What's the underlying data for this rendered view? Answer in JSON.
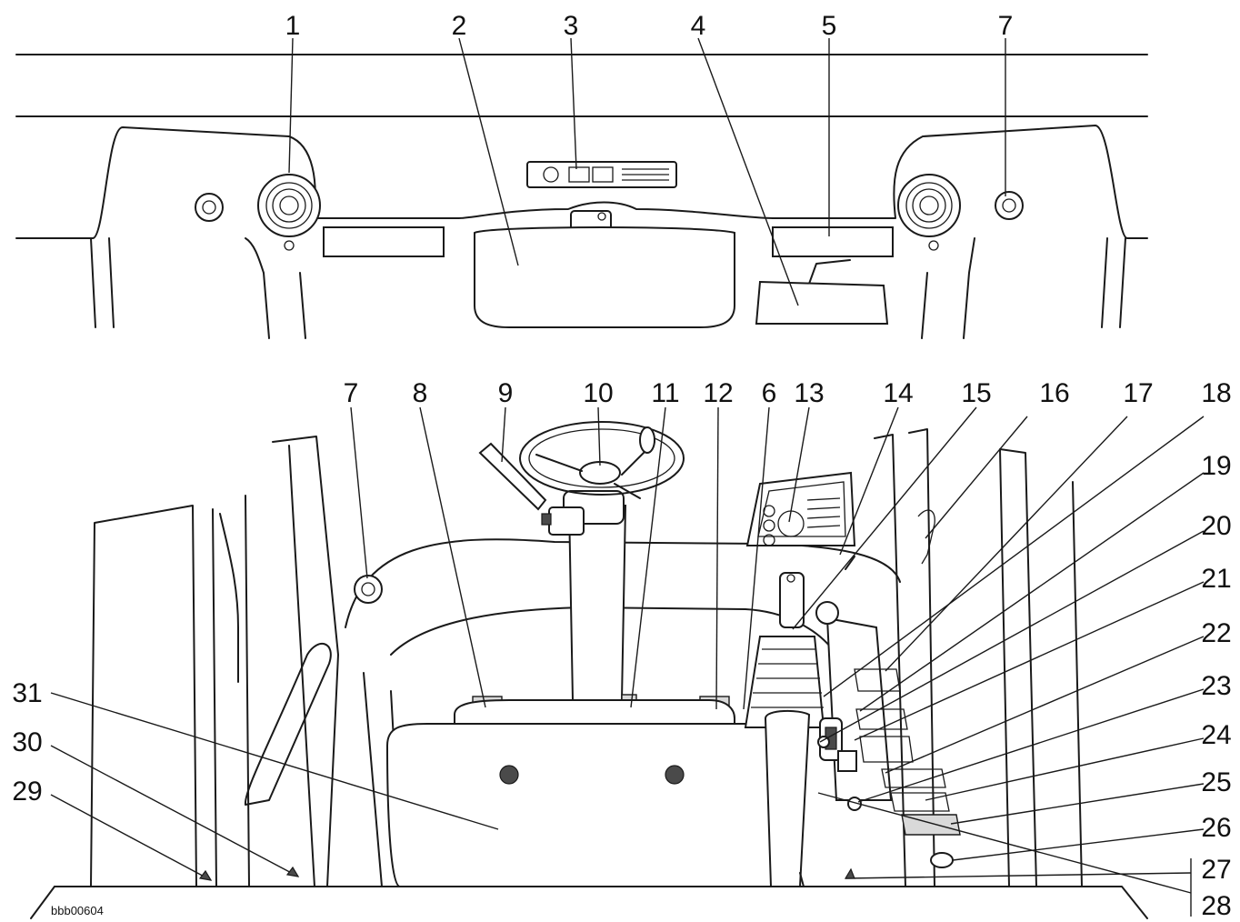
{
  "figure_id": "bbb00604",
  "callouts": [
    {
      "id": "c1",
      "label": "1"
    },
    {
      "id": "c2",
      "label": "2"
    },
    {
      "id": "c3",
      "label": "3"
    },
    {
      "id": "c4",
      "label": "4"
    },
    {
      "id": "c5",
      "label": "5"
    },
    {
      "id": "c7a",
      "label": "7"
    },
    {
      "id": "c7b",
      "label": "7"
    },
    {
      "id": "c8",
      "label": "8"
    },
    {
      "id": "c9",
      "label": "9"
    },
    {
      "id": "c10",
      "label": "10"
    },
    {
      "id": "c11",
      "label": "11"
    },
    {
      "id": "c12",
      "label": "12"
    },
    {
      "id": "c6",
      "label": "6"
    },
    {
      "id": "c13",
      "label": "13"
    },
    {
      "id": "c14",
      "label": "14"
    },
    {
      "id": "c15",
      "label": "15"
    },
    {
      "id": "c16",
      "label": "16"
    },
    {
      "id": "c17",
      "label": "17"
    },
    {
      "id": "c18",
      "label": "18"
    },
    {
      "id": "c19",
      "label": "19"
    },
    {
      "id": "c20",
      "label": "20"
    },
    {
      "id": "c21",
      "label": "21"
    },
    {
      "id": "c22",
      "label": "22"
    },
    {
      "id": "c23",
      "label": "23"
    },
    {
      "id": "c24",
      "label": "24"
    },
    {
      "id": "c25",
      "label": "25"
    },
    {
      "id": "c26",
      "label": "26"
    },
    {
      "id": "c27",
      "label": "27"
    },
    {
      "id": "c28",
      "label": "28"
    },
    {
      "id": "c29",
      "label": "29"
    },
    {
      "id": "c30",
      "label": "30"
    },
    {
      "id": "c31",
      "label": "31"
    }
  ]
}
